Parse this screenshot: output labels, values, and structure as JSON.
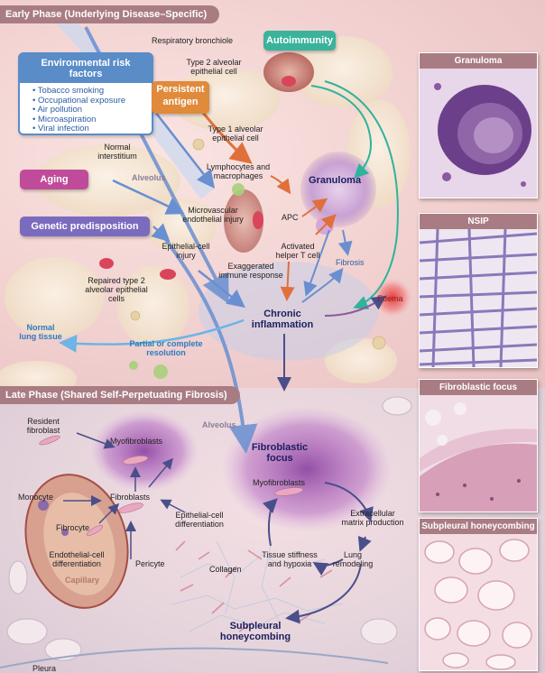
{
  "phases": {
    "early": "Early Phase (Underlying Disease–Specific)",
    "late": "Late Phase (Shared Self-Perpetuating Fibrosis)"
  },
  "risk_boxes": {
    "environmental": {
      "title": "Environmental risk factors",
      "items": [
        "Tobacco smoking",
        "Occupational exposure",
        "Air pollution",
        "Microaspiration",
        "Viral infection"
      ]
    },
    "aging": "Aging",
    "genetic": "Genetic predisposition",
    "persistent_antigen": "Persistent antigen",
    "autoimmunity": "Autoimmunity"
  },
  "early_labels": {
    "respiratory_bronchiole": "Respiratory bronchiole",
    "type2_cell": "Type 2 alveolar epithelial cell",
    "type1_cell": "Type 1 alveolar epithelial cell",
    "normal_interstitium": "Normal interstitium",
    "alveolus": "Alveolus",
    "lymphocytes": "Lymphocytes and macrophages",
    "microvascular": "Microvascular endothelial injury",
    "apc": "APC",
    "activated_t": "Activated helper T cell",
    "exaggerated": "Exaggerated immune response",
    "epithelial_injury": "Epithelial-cell injury",
    "repaired": "Repaired type 2 alveolar epithelial cells",
    "normal_tissue": "Normal lung tissue",
    "resolution": "Partial or complete resolution",
    "granuloma": "Granuloma",
    "fibrosis": "Fibrosis",
    "edema": "Edema",
    "chronic": "Chronic inflammation"
  },
  "late_labels": {
    "resident_fibroblast": "Resident fibroblast",
    "myofibroblasts_left": "Myofibroblasts",
    "monocyte": "Monocyte",
    "fibroblasts": "Fibroblasts",
    "fibrocyte": "Fibrocyte",
    "endothelial_diff": "Endothelial-cell differentiation",
    "capillary": "Capillary",
    "pericyte": "Pericyte",
    "epithelial_diff": "Epithelial-cell differentiation",
    "collagen": "Collagen",
    "alveolus": "Alveolus",
    "fibroblastic_focus": "Fibroblastic focus",
    "myofibroblasts_right": "Myofibroblasts",
    "ecm": "Extracellular matrix production",
    "lung_remodeling": "Lung remodeling",
    "stiffness": "Tissue stiffness and hypoxia",
    "honeycombing": "Subpleural honeycombing",
    "pleura": "Pleura"
  },
  "micrographs": [
    "Granuloma",
    "NSIP",
    "Fibroblastic focus",
    "Subpleural honeycombing"
  ],
  "colors": {
    "header": "#a97c83",
    "environmental": "#5a8cc8",
    "aging": "#c04b9a",
    "genetic": "#7b6bbf",
    "persistent_antigen": "#e08a3c",
    "autoimmunity": "#3bb39b",
    "arrow_blue": "#6a8fd0",
    "arrow_orange": "#e0703a",
    "arrow_teal": "#2fb39b"
  }
}
